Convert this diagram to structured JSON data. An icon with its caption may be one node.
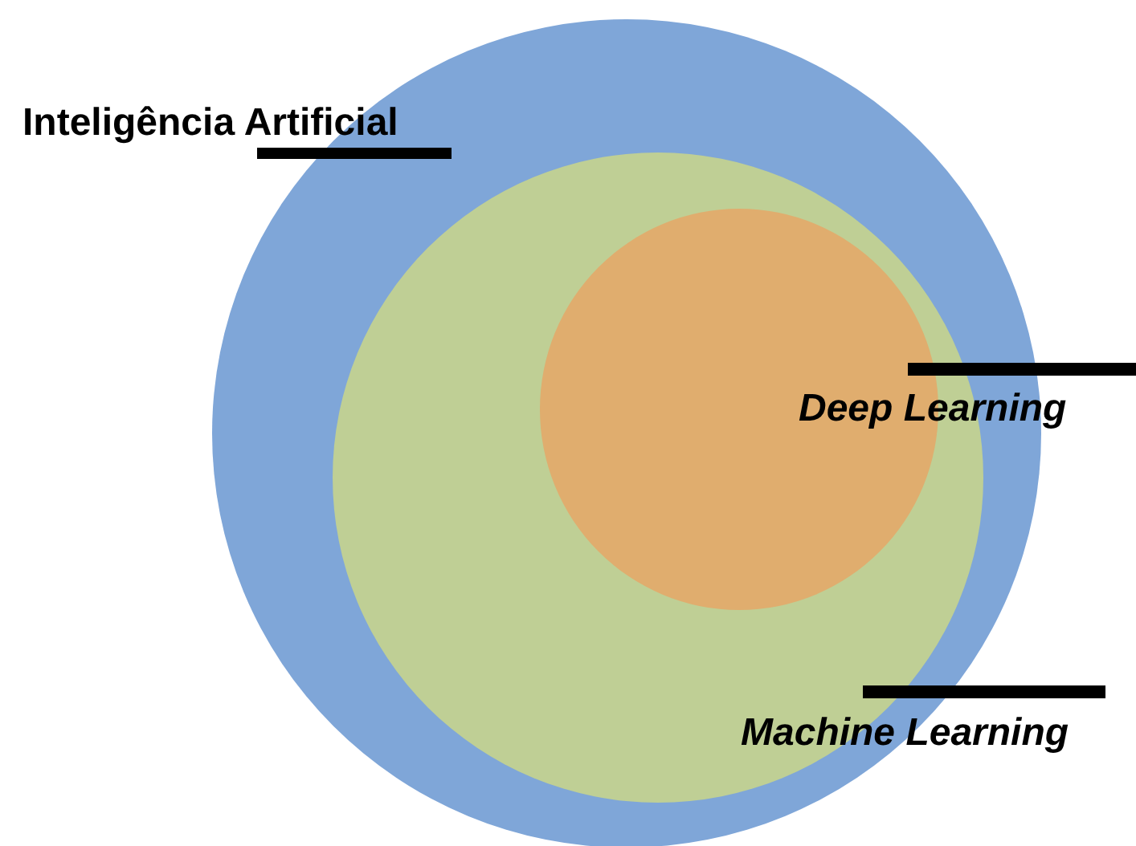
{
  "diagram": {
    "nodes": [
      {
        "text": [
          "Inteligência Artificial"
        ]
      },
      {
        "text": [
          "Machine Learning"
        ],
        "in": 0
      },
      {
        "text": [
          "Deep Learning"
        ],
        "in": 1
      }
    ]
  }
}
